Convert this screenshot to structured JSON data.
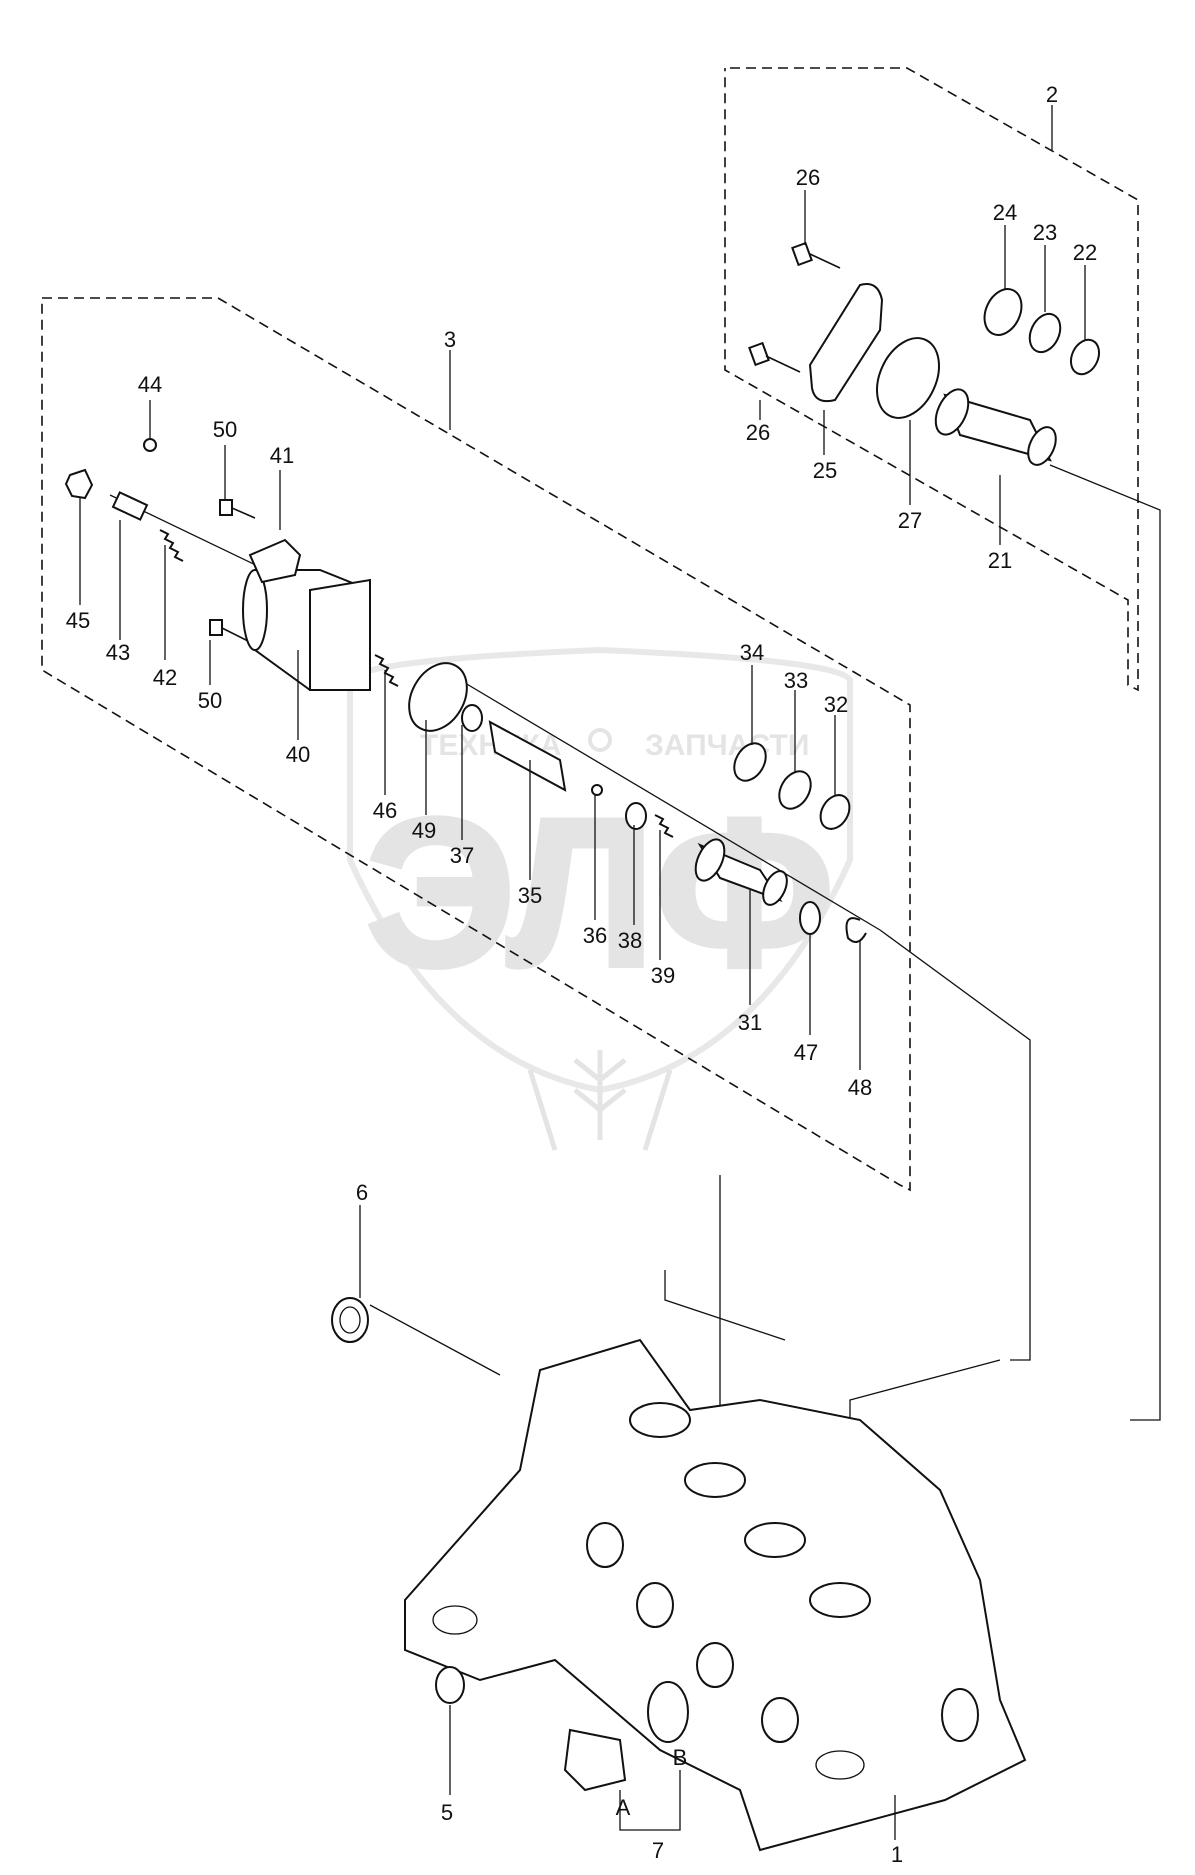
{
  "watermark": {
    "left_text": "ТЕХНИКА",
    "right_text": "ЗАПЧАСТИ",
    "logo_text": "ЭЛФ"
  },
  "labels": {
    "l1": "1",
    "l2": "2",
    "l3": "3",
    "l5": "5",
    "l6": "6",
    "l7": "7",
    "lA": "A",
    "lB": "B",
    "l21": "21",
    "l22": "22",
    "l23": "23",
    "l24": "24",
    "l25": "25",
    "l26a": "26",
    "l26b": "26",
    "l27": "27",
    "l31": "31",
    "l32": "32",
    "l33": "33",
    "l34": "34",
    "l35": "35",
    "l36": "36",
    "l37": "37",
    "l38": "38",
    "l39": "39",
    "l40": "40",
    "l41": "41",
    "l42": "42",
    "l43": "43",
    "l44": "44",
    "l45": "45",
    "l46": "46",
    "l47": "47",
    "l48": "48",
    "l49": "49",
    "l50a": "50",
    "l50b": "50"
  }
}
